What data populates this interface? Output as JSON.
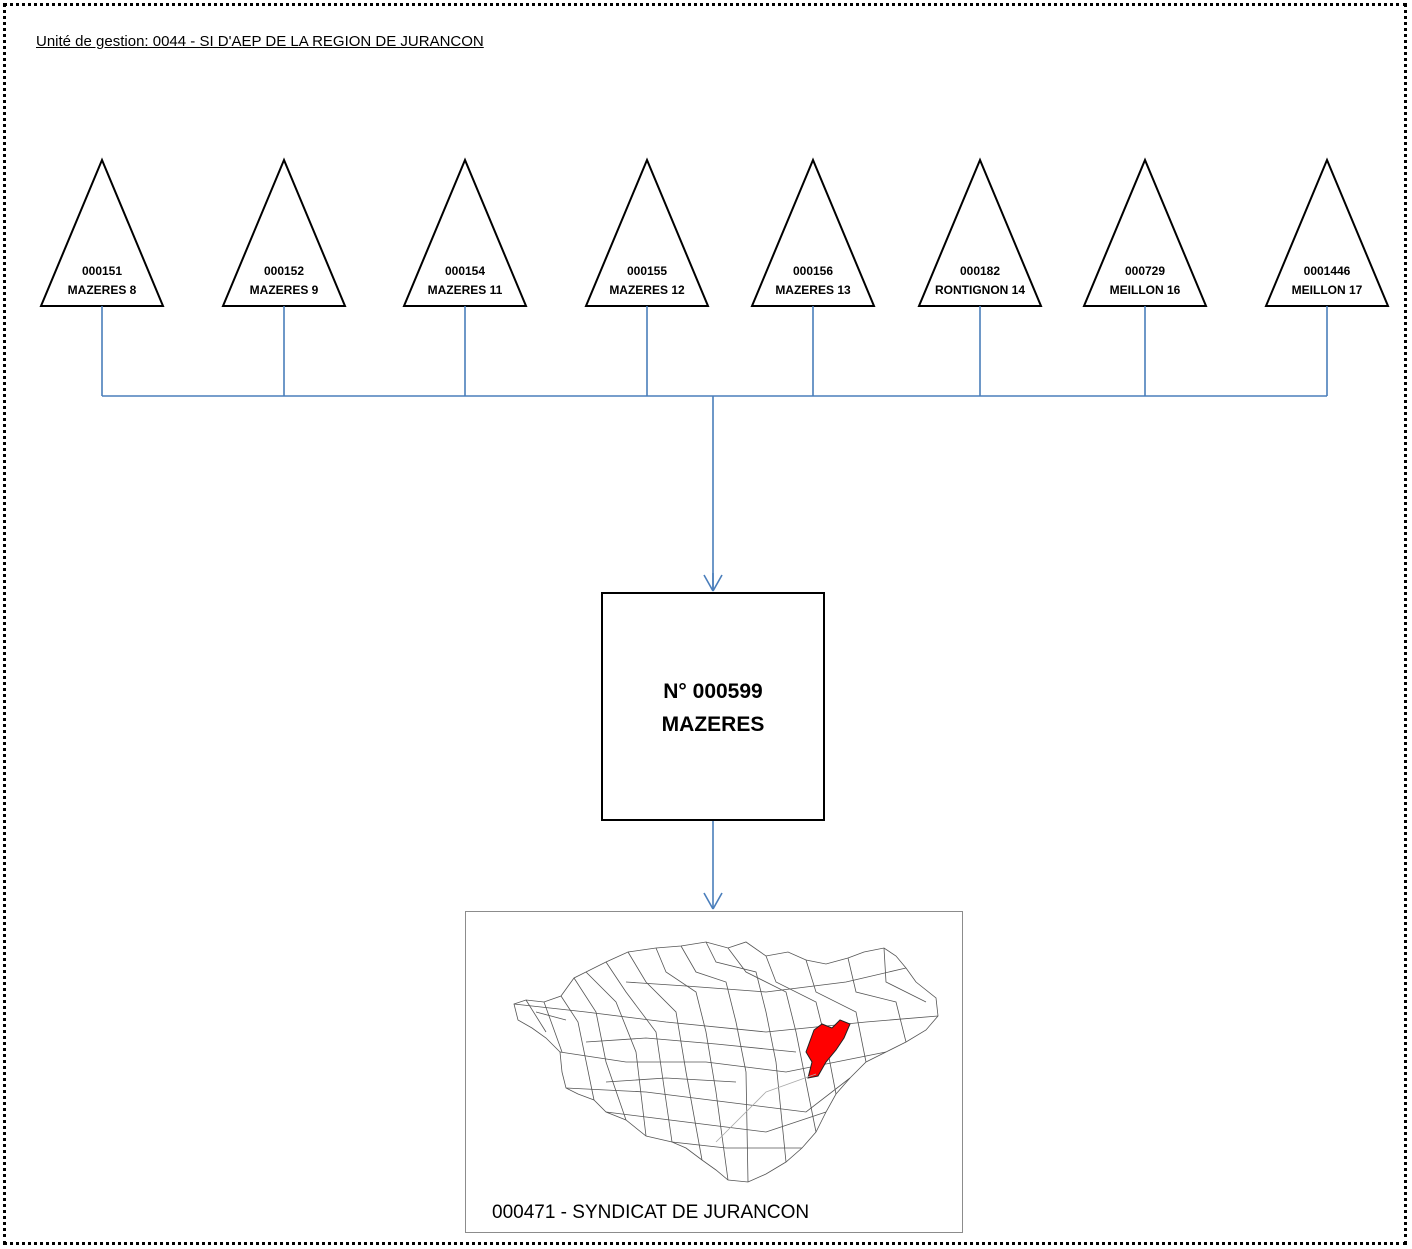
{
  "header": {
    "title": "Unité de gestion: 0044 - SI D'AEP DE LA REGION DE  JURANCON"
  },
  "sources": [
    {
      "code": "000151",
      "name": "MAZERES 8"
    },
    {
      "code": "000152",
      "name": "MAZERES 9"
    },
    {
      "code": "000154",
      "name": "MAZERES 11"
    },
    {
      "code": "000155",
      "name": "MAZERES 12"
    },
    {
      "code": "000156",
      "name": "MAZERES 13"
    },
    {
      "code": "000182",
      "name": "RONTIGNON 14"
    },
    {
      "code": "000729",
      "name": "MEILLON 16"
    },
    {
      "code": "0001446",
      "name": "MEILLON 17"
    }
  ],
  "plant": {
    "number": "N° 000599",
    "name": "MAZERES"
  },
  "distribution": {
    "caption": "000471 - SYNDICAT DE JURANCON"
  },
  "colors": {
    "connector": "#4a7ebb",
    "highlight": "#ff0000",
    "outline": "#000000"
  }
}
